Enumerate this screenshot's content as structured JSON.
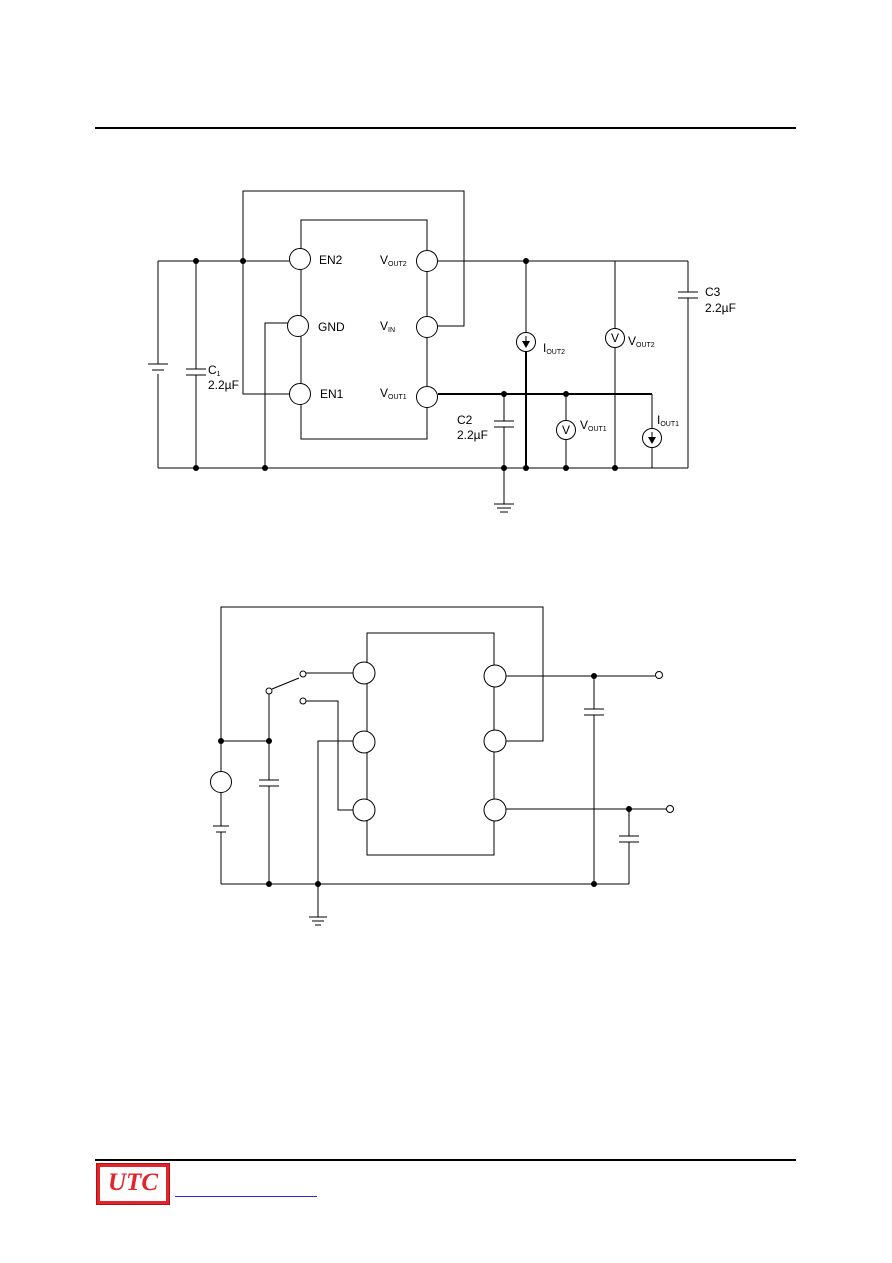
{
  "diagram1": {
    "pins": {
      "en2": "EN2",
      "gnd": "GND",
      "en1": "EN1",
      "vout2_main": "V",
      "vout2_sub": "OUT2",
      "vin_main": "V",
      "vin_sub": "IN",
      "vout1_main": "V",
      "vout1_sub": "OUT1"
    },
    "components": {
      "c1_main": "C",
      "c1_sub": "1",
      "c1_value": "2.2µF",
      "c2_name": "C2",
      "c2_value": "2.2µF",
      "c3_name": "C3",
      "c3_value": "2.2µF",
      "iout2_main": "I",
      "iout2_sub": "OUT2",
      "vout2_meter_main": "V",
      "vout2_meter_sub": "OUT2",
      "vout1_meter_main": "V",
      "vout1_meter_sub": "OUT1",
      "iout1_main": "I",
      "iout1_sub": "OUT1",
      "meter_symbol": "V"
    }
  },
  "footer": {
    "logo_text": "UTC"
  },
  "colors": {
    "logo_red": "#e3242b",
    "link_blue": "#2b2bd0"
  }
}
